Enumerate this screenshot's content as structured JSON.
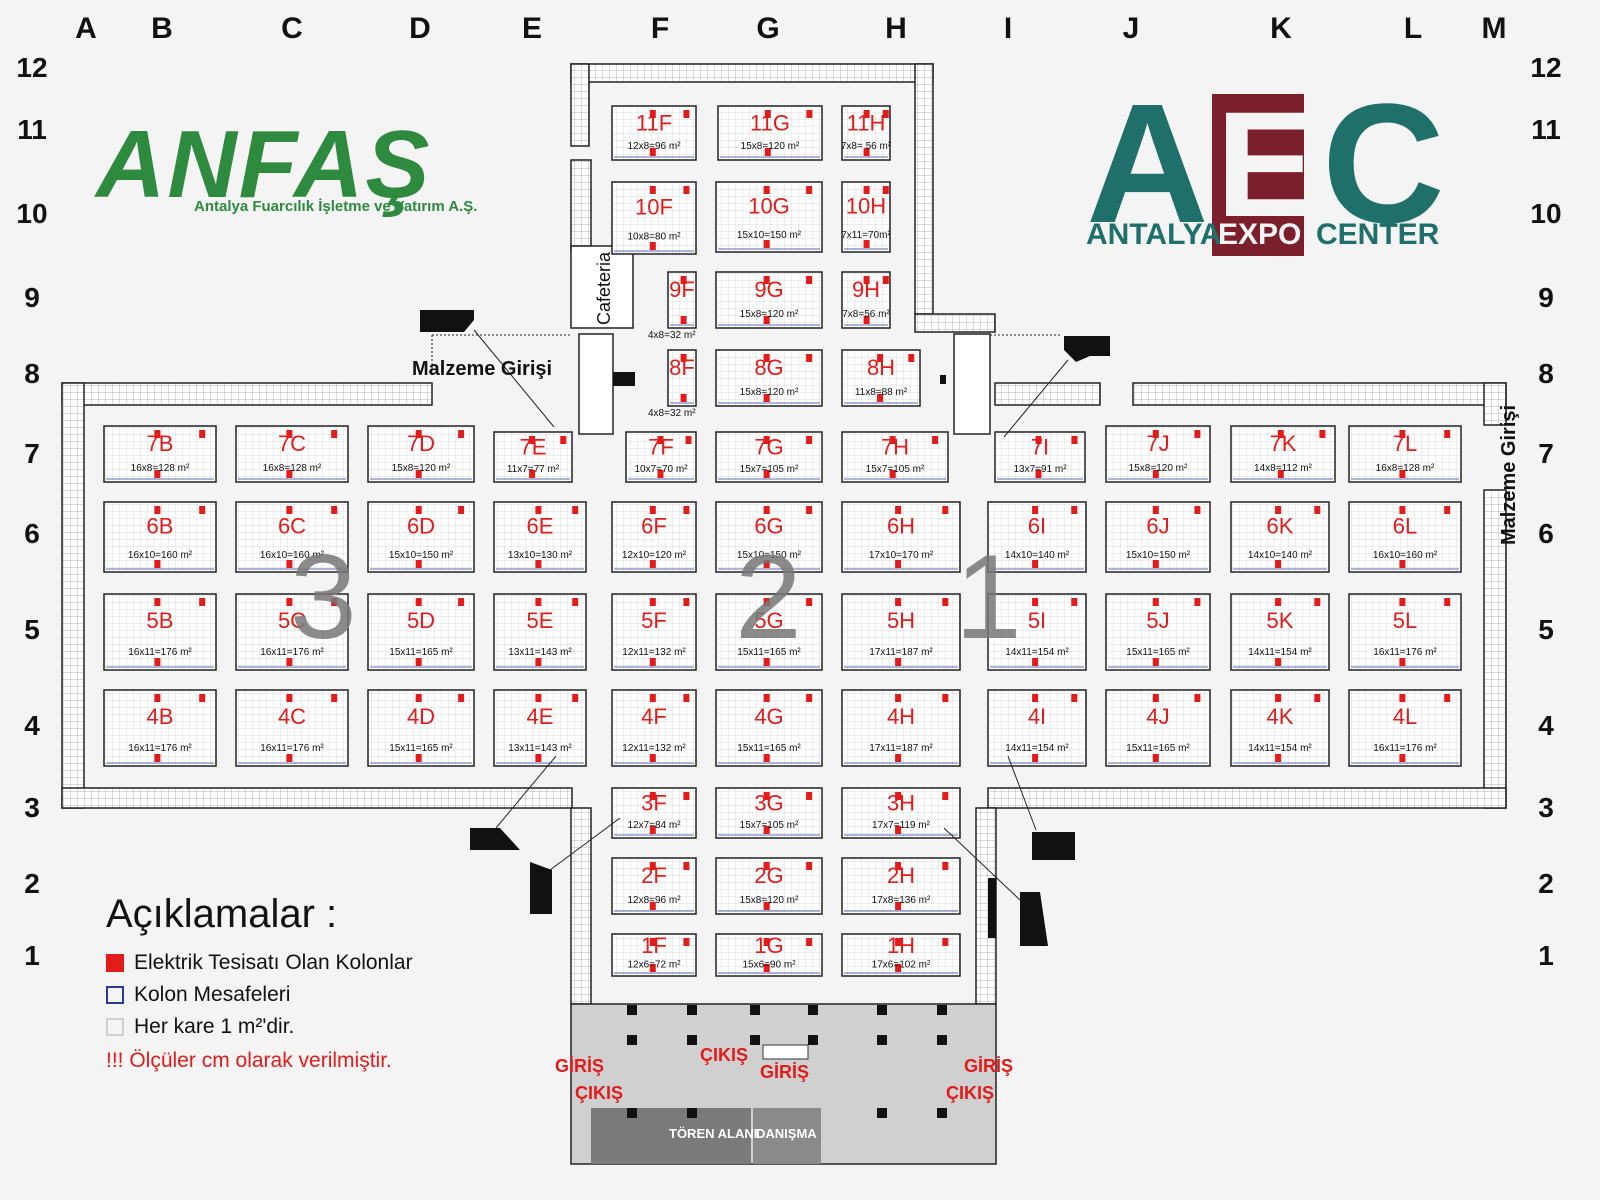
{
  "columns": [
    "A",
    "B",
    "C",
    "D",
    "E",
    "F",
    "G",
    "H",
    "I",
    "J",
    "K",
    "L",
    "M"
  ],
  "rows": [
    "12",
    "11",
    "10",
    "9",
    "8",
    "7",
    "6",
    "5",
    "4",
    "3",
    "2",
    "1"
  ],
  "logos": {
    "anfas": {
      "word": "ANFAŞ",
      "subtitle": "Antalya Fuarcılık İşletme ve Yatırım A.Ş."
    },
    "aec": {
      "a": "A",
      "e": "E",
      "c": "C",
      "antalya": "ANTALYA",
      "expo": "EXPO",
      "center": "CENTER"
    }
  },
  "labels": {
    "malzeme_left": "Malzeme Girişi",
    "malzeme_right": "Malzeme Girişi",
    "cafeteria": "Cafeteria",
    "giris_left": "GİRİŞ",
    "cikis_left": "ÇIKIŞ",
    "cikis_center": "ÇIKIŞ",
    "giris_center": "GİRİŞ",
    "giris_right": "GİRİŞ",
    "cikis_right": "ÇIKIŞ",
    "toren": "TÖREN ALANI",
    "danisma": "DANIŞMA",
    "hall_1": "1",
    "hall_2": "2",
    "hall_3": "3"
  },
  "legend": {
    "title": "Açıklamalar :",
    "items": [
      {
        "text": "Elektrik Tesisatı Olan Kolonlar",
        "color": "#e21b1b"
      },
      {
        "text": "Kolon Mesafeleri",
        "color": "#2a3a9a"
      },
      {
        "text": "Her kare 1 m²'dir.",
        "color": "#cfcfcf"
      }
    ],
    "note": "!!! Ölçüler cm olarak verilmiştir."
  },
  "stands": [
    {
      "id": "11F",
      "area": "12x8=96 m²"
    },
    {
      "id": "11G",
      "area": "15x8=120 m²"
    },
    {
      "id": "11H",
      "area": "7x8= 56 m²"
    },
    {
      "id": "10F",
      "area": "10x8=80 m²"
    },
    {
      "id": "10G",
      "area": "15x10=150 m²"
    },
    {
      "id": "10H",
      "area": "7x11=70m²"
    },
    {
      "id": "9F",
      "area": "4x8=32 m²"
    },
    {
      "id": "9G",
      "area": "15x8=120 m²"
    },
    {
      "id": "9H",
      "area": "7x8=56 m²"
    },
    {
      "id": "8F",
      "area": "4x8=32 m²"
    },
    {
      "id": "8G",
      "area": "15x8=120 m²"
    },
    {
      "id": "8H",
      "area": "11x8=88 m²"
    },
    {
      "id": "7B",
      "area": "16x8=128 m²"
    },
    {
      "id": "7C",
      "area": "16x8=128 m²"
    },
    {
      "id": "7D",
      "area": "15x8=120 m²"
    },
    {
      "id": "7E",
      "area": "11x7=77 m²"
    },
    {
      "id": "7F",
      "area": "10x7=70 m²"
    },
    {
      "id": "7G",
      "area": "15x7=105 m²"
    },
    {
      "id": "7H",
      "area": "15x7=105 m²"
    },
    {
      "id": "7I",
      "area": "13x7=91 m²"
    },
    {
      "id": "7J",
      "area": "15x8=120 m²"
    },
    {
      "id": "7K",
      "area": "14x8=112 m²"
    },
    {
      "id": "7L",
      "area": "16x8=128 m²"
    },
    {
      "id": "6B",
      "area": "16x10=160 m²"
    },
    {
      "id": "6C",
      "area": "16x10=160 m²"
    },
    {
      "id": "6D",
      "area": "15x10=150 m²"
    },
    {
      "id": "6E",
      "area": "13x10=130 m²"
    },
    {
      "id": "6F",
      "area": "12x10=120 m²"
    },
    {
      "id": "6G",
      "area": "15x10=150 m²"
    },
    {
      "id": "6H",
      "area": "17x10=170 m²"
    },
    {
      "id": "6I",
      "area": "14x10=140 m²"
    },
    {
      "id": "6J",
      "area": "15x10=150 m²"
    },
    {
      "id": "6K",
      "area": "14x10=140 m²"
    },
    {
      "id": "6L",
      "area": "16x10=160 m²"
    },
    {
      "id": "5B",
      "area": "16x11=176 m²"
    },
    {
      "id": "5C",
      "area": "16x11=176 m²"
    },
    {
      "id": "5D",
      "area": "15x11=165 m²"
    },
    {
      "id": "5E",
      "area": "13x11=143 m²"
    },
    {
      "id": "5F",
      "area": "12x11=132 m²"
    },
    {
      "id": "5G",
      "area": "15x11=165 m²"
    },
    {
      "id": "5H",
      "area": "17x11=187 m²"
    },
    {
      "id": "5I",
      "area": "14x11=154 m²"
    },
    {
      "id": "5J",
      "area": "15x11=165 m²"
    },
    {
      "id": "5K",
      "area": "14x11=154 m²"
    },
    {
      "id": "5L",
      "area": "16x11=176 m²"
    },
    {
      "id": "4B",
      "area": "16x11=176 m²"
    },
    {
      "id": "4C",
      "area": "16x11=176 m²"
    },
    {
      "id": "4D",
      "area": "15x11=165 m²"
    },
    {
      "id": "4E",
      "area": "13x11=143 m²"
    },
    {
      "id": "4F",
      "area": "12x11=132 m²"
    },
    {
      "id": "4G",
      "area": "15x11=165 m²"
    },
    {
      "id": "4H",
      "area": "17x11=187 m²"
    },
    {
      "id": "4I",
      "area": "14x11=154 m²"
    },
    {
      "id": "4J",
      "area": "15x11=165 m²"
    },
    {
      "id": "4K",
      "area": "14x11=154 m²"
    },
    {
      "id": "4L",
      "area": "16x11=176 m²"
    },
    {
      "id": "3F",
      "area": "12x7=84 m²"
    },
    {
      "id": "3G",
      "area": "15x7=105 m²"
    },
    {
      "id": "3H",
      "area": "17x7=119 m²"
    },
    {
      "id": "2F",
      "area": "12x8=96 m²"
    },
    {
      "id": "2G",
      "area": "15x8=120 m²"
    },
    {
      "id": "2H",
      "area": "17x8=136 m²"
    },
    {
      "id": "1F",
      "area": "12x6=72 m²"
    },
    {
      "id": "1G",
      "area": "15x6=90 m²"
    },
    {
      "id": "1H",
      "area": "17x6=102 m²"
    }
  ]
}
